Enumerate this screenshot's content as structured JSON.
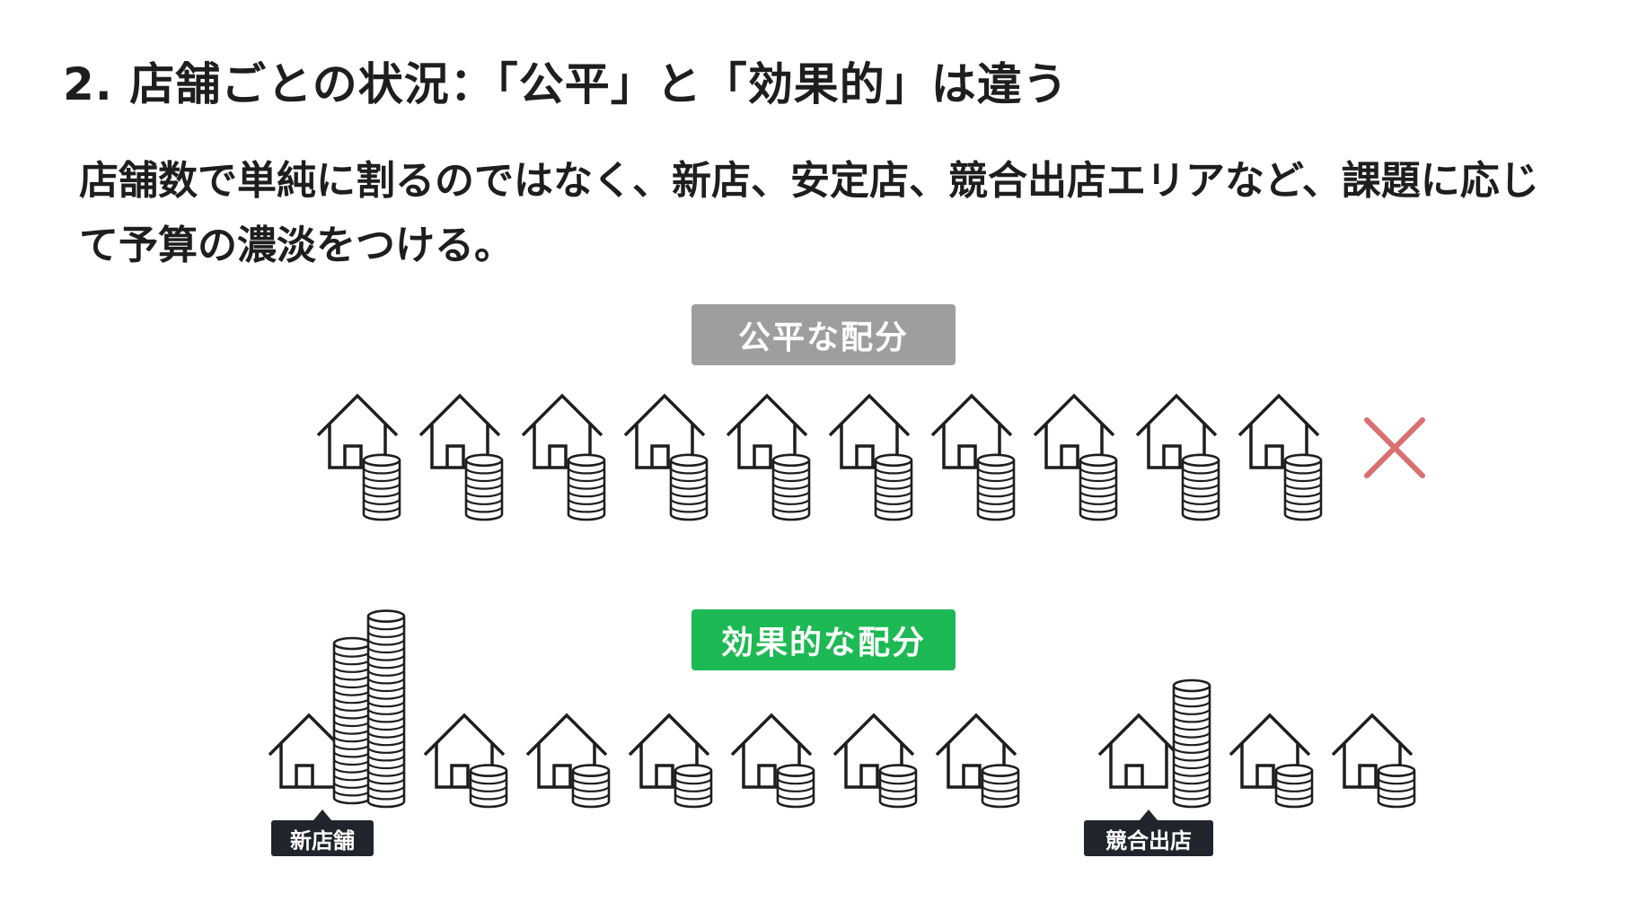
{
  "title": "2. 店舗ごとの状況：「公平」と「効果的」は違う",
  "lead": "店舗数で単純に割るのではなく、新店、安定店、競合出店エリアなど、課題に応じて予算の濃淡をつける。",
  "fair_label": "公平な配分",
  "effective_label": "効果的な配分",
  "tag_new_store": "新店舗",
  "tag_competitor": "競合出店",
  "colors": {
    "fair_label_bg": "#9e9e9e",
    "effective_label_bg": "#1db954",
    "cross": "#d96f6f",
    "ink": "#1e1e1e",
    "tag_bg": "#20252b"
  },
  "icons": [
    "house-icon",
    "coin-stack-icon",
    "cross-icon"
  ],
  "fair_allocation": {
    "stores": 10,
    "coin_layers_each": 7,
    "marked": "cross"
  },
  "effective_allocation": {
    "stores": [
      {
        "tag": "新店舗",
        "coin_layers": [
          20,
          24
        ]
      },
      {
        "coin_layers": [
          4
        ]
      },
      {
        "coin_layers": [
          4
        ]
      },
      {
        "coin_layers": [
          4
        ]
      },
      {
        "coin_layers": [
          4
        ]
      },
      {
        "coin_layers": [
          4
        ]
      },
      {
        "coin_layers": [
          4
        ]
      },
      {
        "tag": "競合出店",
        "coin_layers": [
          15
        ]
      },
      {
        "coin_layers": [
          4
        ]
      },
      {
        "coin_layers": [
          4
        ]
      }
    ]
  }
}
